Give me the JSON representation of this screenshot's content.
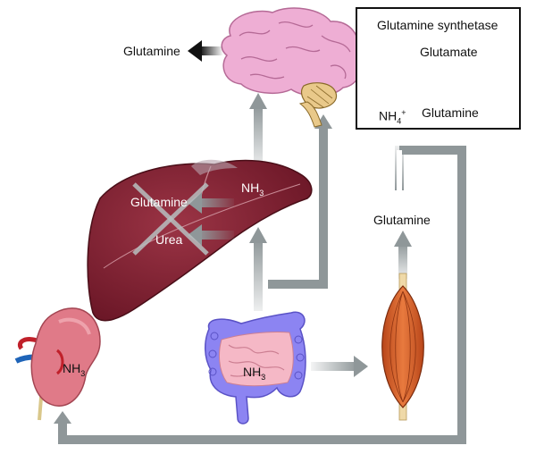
{
  "labels": {
    "brain_output": "Glutamine",
    "liver_glutamine": "Glutamine",
    "liver_nh3": "NH",
    "liver_urea": "Urea",
    "gut_nh3": "NH",
    "kidney_nh3": "NH",
    "muscle_output": "Glutamine",
    "nh3_subscript": "3"
  },
  "reaction_box": {
    "title": "Glutamine synthetase",
    "substrate": "Glutamate",
    "cofactor": "NH",
    "cofactor_sub": "4",
    "cofactor_sup": "+",
    "product": "Glutamine"
  },
  "colors": {
    "arrow_gray": "#8f9799",
    "brain": "#e9a9cf",
    "liver": "#7a1f2e",
    "kidney": "#d9727f",
    "intestine_outer": "#8b7ff0",
    "intestine_inner": "#f4b3c0",
    "muscle": "#d9652b"
  }
}
